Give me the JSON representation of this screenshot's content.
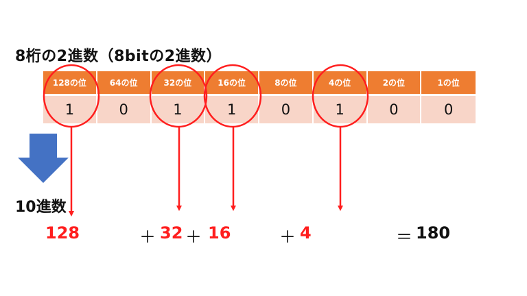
{
  "title": "8桁の2進数（8bitの2進数）",
  "headers": [
    "128の位",
    "64の位",
    "32の位",
    "16の位",
    "8の位",
    "4の位",
    "2の位",
    "1の位"
  ],
  "bits": [
    "1",
    "0",
    "1",
    "1",
    "0",
    "1",
    "0",
    "0"
  ],
  "decimal_label": "10進数",
  "sum": {
    "term1": "128",
    "plus1": "＋",
    "term2": "32",
    "plus2": "＋",
    "term3": "16",
    "plus3": "＋",
    "term4": "4",
    "equals": "＝",
    "result": "180"
  },
  "colors": {
    "header_bg": "#ee7d31",
    "cell_bg": "#f8d5c8",
    "highlight": "#ff1e1e",
    "down_arrow": "#4472c4"
  }
}
